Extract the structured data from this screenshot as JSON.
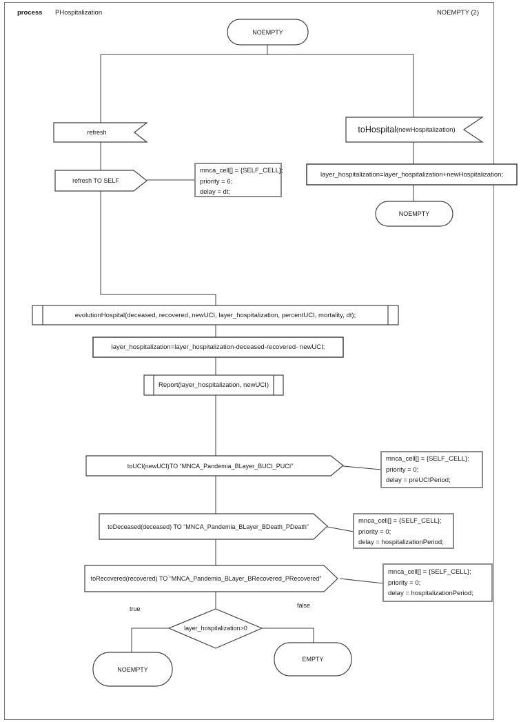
{
  "page": {
    "header": {
      "keyword": "process",
      "name": "PHospitalization",
      "reference": "NOEMPTY (2)"
    },
    "terminals": {
      "start": "NOEMPTY",
      "after_hospital": "NOEMPTY",
      "true_end": "NOEMPTY",
      "false_end": "EMPTY"
    },
    "signals": {
      "refresh_receive": "refresh",
      "refresh_send": "refresh TO SELF",
      "tohospital_name": "toHospital",
      "tohospital_args": "(newHospitalization)",
      "touci_send": "toUCI(newUCI)TO “MNCA_Pandemia_BLayer_BUCI_PUCI”",
      "todeceased_send": "toDeceased(deceased) TO “MNCA_Pandemia_BLayer_BDeath_PDeath”",
      "torecovered_send": "toRecovered(recovered) TO “MNCA_Pandemia_BLayer_BRecovered_PRecovered”"
    },
    "actions": {
      "hospital_add": "layer_hospitalization=layer_hospitalization+newHospitalization;",
      "evolution_call": "evolutionHospital(deceased, recovered, newUCI, layer_hospitalization, percentUCI, mortality, dt);",
      "hospital_subtract": "layer_hospitalization=layer_hospitalization-deceased-recovered- newUCI;",
      "report_call": "Report(layer_hospitalization, newUCI)"
    },
    "decision": {
      "condition": "layer_hospitalization>0",
      "true_label": "true",
      "false_label": "false"
    },
    "notes": {
      "refresh": {
        "lines": [
          "mnca_cell[] = {SELF_CELL};",
          "priority = 6;",
          "delay = dt;"
        ]
      },
      "uci": {
        "lines": [
          "mnca_cell[] = {SELF_CELL};",
          "priority = 0;",
          "delay = preUCIPeriod;"
        ]
      },
      "deceased": {
        "lines": [
          "mnca_cell[] = {SELF_CELL};",
          "priority = 0;",
          "delay = hospitalizationPeriod;"
        ]
      },
      "recovered": {
        "lines": [
          "mnca_cell[] = {SELF_CELL};",
          "priority = 0;",
          "delay = hospitalizationPeriod;"
        ]
      }
    },
    "colors": {
      "stroke": "#3f3f3f",
      "note_border": "#8c8c8c",
      "background": "#ffffff"
    }
  }
}
